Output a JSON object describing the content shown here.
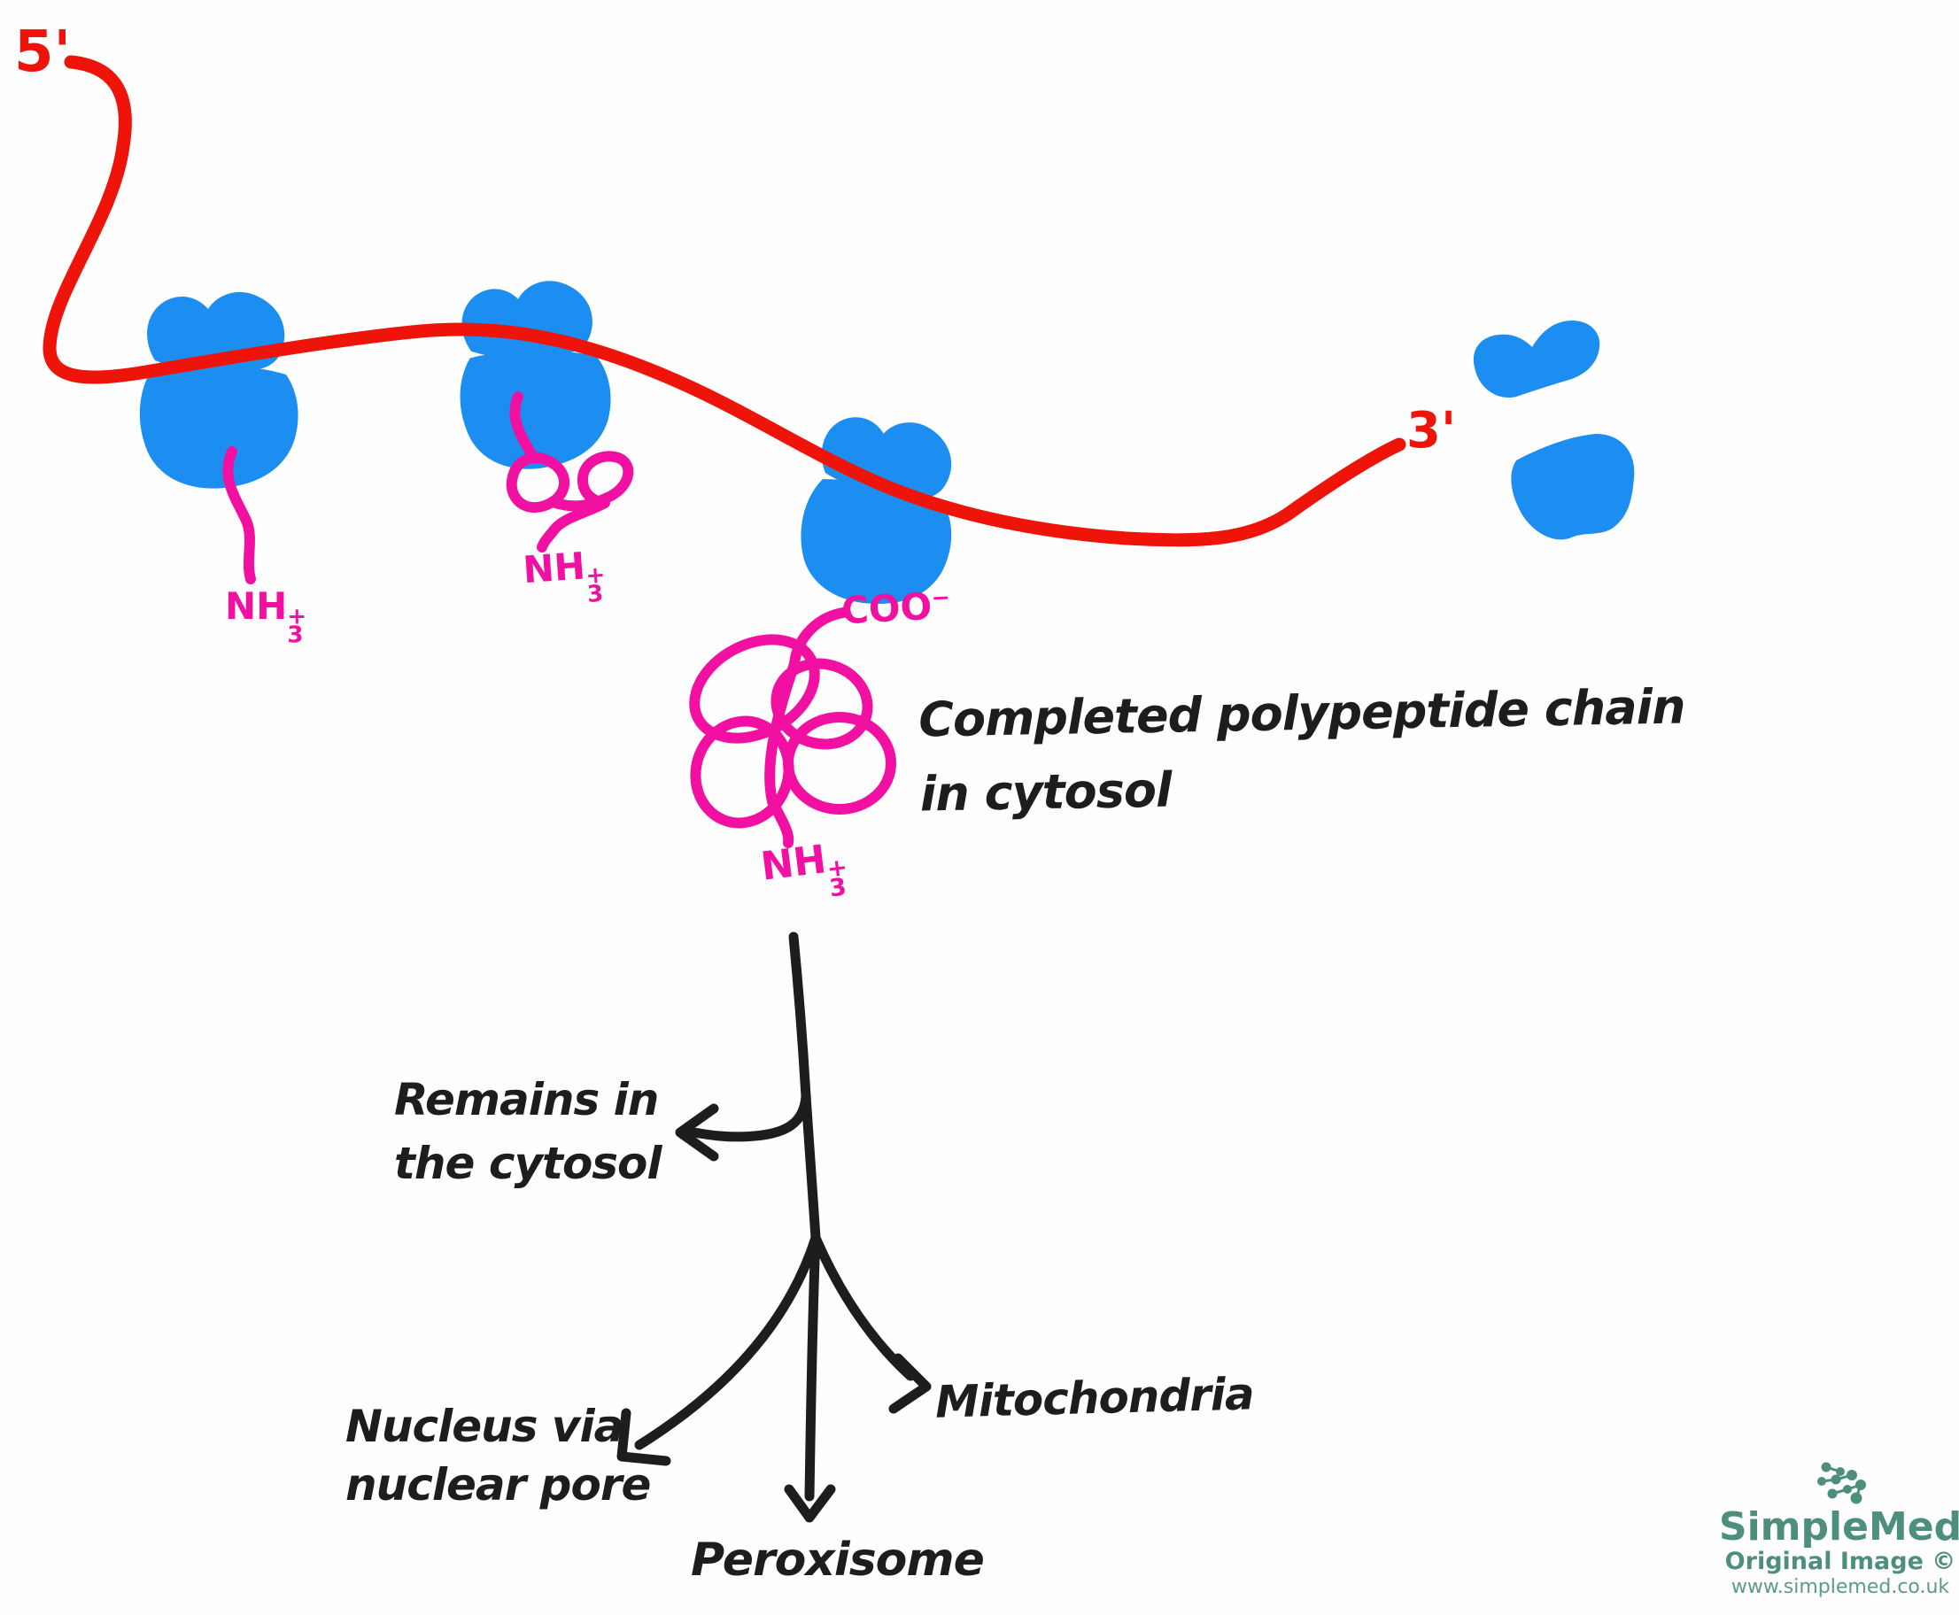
{
  "diagram": {
    "labels": {
      "five_prime": "5'",
      "three_prime": "3'",
      "amino_terminus": {
        "base": "NH",
        "sub": "3",
        "sup": "+"
      },
      "carboxy_terminus": {
        "base": "COO",
        "sup": "−"
      },
      "title_line1": "Completed polypeptide chain",
      "title_line2": "in cytosol",
      "dest_cytosol_line1": "Remains in",
      "dest_cytosol_line2": "the cytosol",
      "dest_nucleus_line1": "Nucleus via",
      "dest_nucleus_line2": "nuclear pore",
      "dest_peroxisome": "Peroxisome",
      "dest_mitochondria": "Mitochondria"
    },
    "colors": {
      "mrna_red": "#ee1409",
      "ribosome_blue": "#1d8ef1",
      "peptide_magenta": "#f110a2",
      "ink_black": "#1d1d1d",
      "background": "#fefefe"
    }
  },
  "watermark": {
    "brand": "SimpleMed",
    "caption": "Original Image ©",
    "url": "www.simplemed.co.uk",
    "color": "#4e8e7c"
  }
}
